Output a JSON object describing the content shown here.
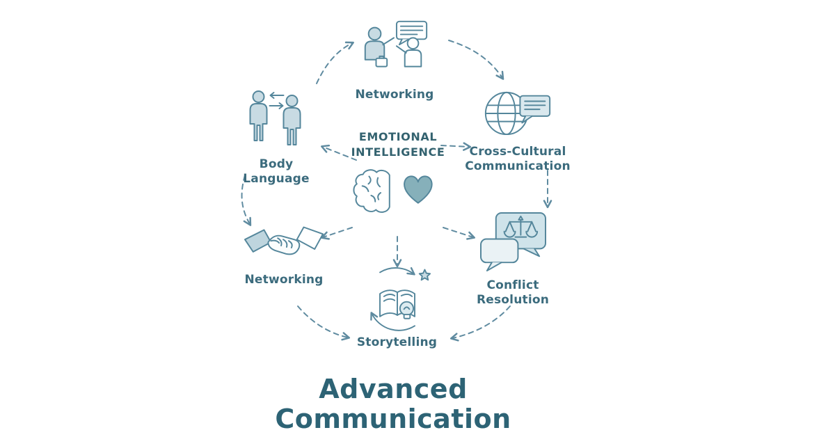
{
  "title": {
    "line1": "Advanced",
    "line2": "Communication"
  },
  "center": {
    "line1": "EMOTIONAL",
    "line2": "INTELLIGENCE",
    "icon": "brain-heart-icon"
  },
  "nodes": {
    "networking_top": {
      "label": "Networking",
      "icon": "people-conversation-icon"
    },
    "cross_cultural": {
      "line1": "Cross-Cultural",
      "line2": "Communication",
      "icon": "globe-speech-bubble-icon"
    },
    "conflict_resolution": {
      "label": "Conflict Resolution",
      "icon": "speech-bubbles-scale-icon"
    },
    "storytelling": {
      "label": "Storytelling",
      "icon": "book-lightbulb-star-icon"
    },
    "networking_left": {
      "label": "Networking",
      "icon": "handshake-icon"
    },
    "body_language": {
      "label": "Body Language",
      "icon": "two-figures-icon"
    }
  },
  "colors": {
    "accent_stroke": "#54869b",
    "icon_fill_light": "#c8dbe3",
    "icon_fill_lighter": "#dce9ef",
    "label_text": "#3b6b7d",
    "center_text": "#33626f",
    "title_text": "#2d6375",
    "arrow": "#5f8ba0",
    "heart_fill": "#86b0ba",
    "background": "#ffffff"
  }
}
